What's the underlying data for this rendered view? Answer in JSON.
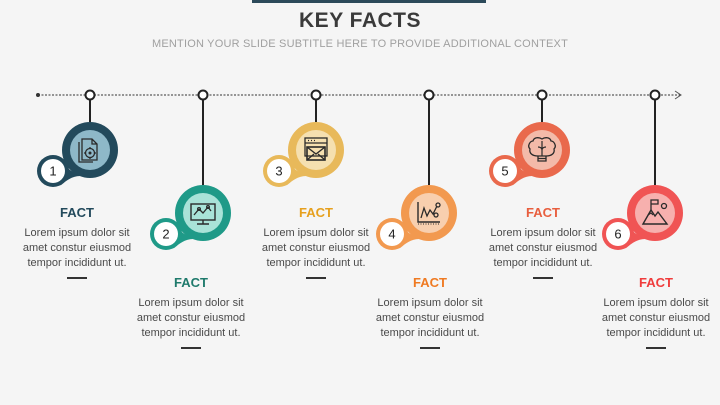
{
  "header": {
    "title": "KEY FACTS",
    "subtitle": "MENTION YOUR SLIDE SUBTITLE HERE TO PROVIDE ADDITIONAL CONTEXT"
  },
  "colors": {
    "background": "#f5f5f5",
    "timeline": "#333333",
    "title": "#3a3a3a",
    "subtitle": "#a0a0a0"
  },
  "facts": [
    {
      "number": "1",
      "title": "FACT",
      "lines": [
        "Lorem ipsum dolor sit",
        "amet constur eiusmod",
        "tempor incididunt ut."
      ],
      "icon": "document-target-icon",
      "color": "#234a5c",
      "inner": "#8eb8c8",
      "titleColor": "#234a5c"
    },
    {
      "number": "2",
      "title": "FACT",
      "lines": [
        "Lorem ipsum dolor sit",
        "amet constur eiusmod",
        "tempor incididunt ut."
      ],
      "icon": "monitor-chart-icon",
      "color": "#1f9a88",
      "inner": "#a9e3d8",
      "titleColor": "#1f7a6c"
    },
    {
      "number": "3",
      "title": "FACT",
      "lines": [
        "Lorem ipsum dolor sit",
        "amet constur eiusmod",
        "tempor incididunt ut."
      ],
      "icon": "mail-window-icon",
      "color": "#e8b95a",
      "inner": "#f5e0b0",
      "titleColor": "#e6a01e"
    },
    {
      "number": "4",
      "title": "FACT",
      "lines": [
        "Lorem ipsum dolor sit",
        "amet constur eiusmod",
        "tempor incididunt ut."
      ],
      "icon": "line-graph-icon",
      "color": "#f2994f",
      "inner": "#f8cfae",
      "titleColor": "#ef7a22"
    },
    {
      "number": "5",
      "title": "FACT",
      "lines": [
        "Lorem ipsum dolor sit",
        "amet constur eiusmod",
        "tempor incididunt ut."
      ],
      "icon": "brain-bulb-icon",
      "color": "#e9694c",
      "inner": "#f3baa9",
      "titleColor": "#e85e3e"
    },
    {
      "number": "6",
      "title": "FACT",
      "lines": [
        "Lorem ipsum dolor sit",
        "amet constur eiusmod",
        "tempor incididunt ut."
      ],
      "icon": "mountain-flag-icon",
      "color": "#f05454",
      "inner": "#f7b0ae",
      "titleColor": "#f03c3c"
    }
  ]
}
